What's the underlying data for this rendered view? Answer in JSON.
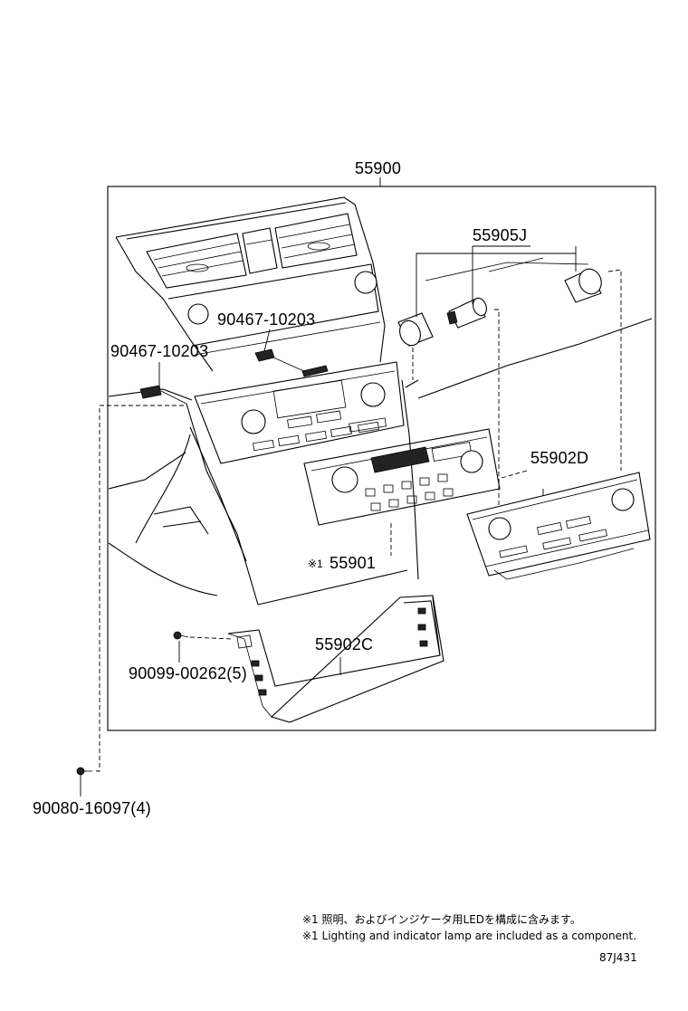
{
  "diagram": {
    "assembly_number": "55900",
    "parts": {
      "knob": "55905J",
      "screw_upper": "90467-10203",
      "screw_left": "90467-10203",
      "panel_right": "55902D",
      "control_prefix": "※1",
      "control_unit": "55901",
      "bezel_lower": "55902C",
      "screw_lower": "90099-00262(5)",
      "bolt_outside": "90080-16097(4)"
    },
    "notes": {
      "japanese": "※1 照明、およびインジケータ用LEDを構成に含みます。",
      "english": "※1 Lighting and indicator lamp are included as a component."
    },
    "diagram_code": "87J431"
  }
}
